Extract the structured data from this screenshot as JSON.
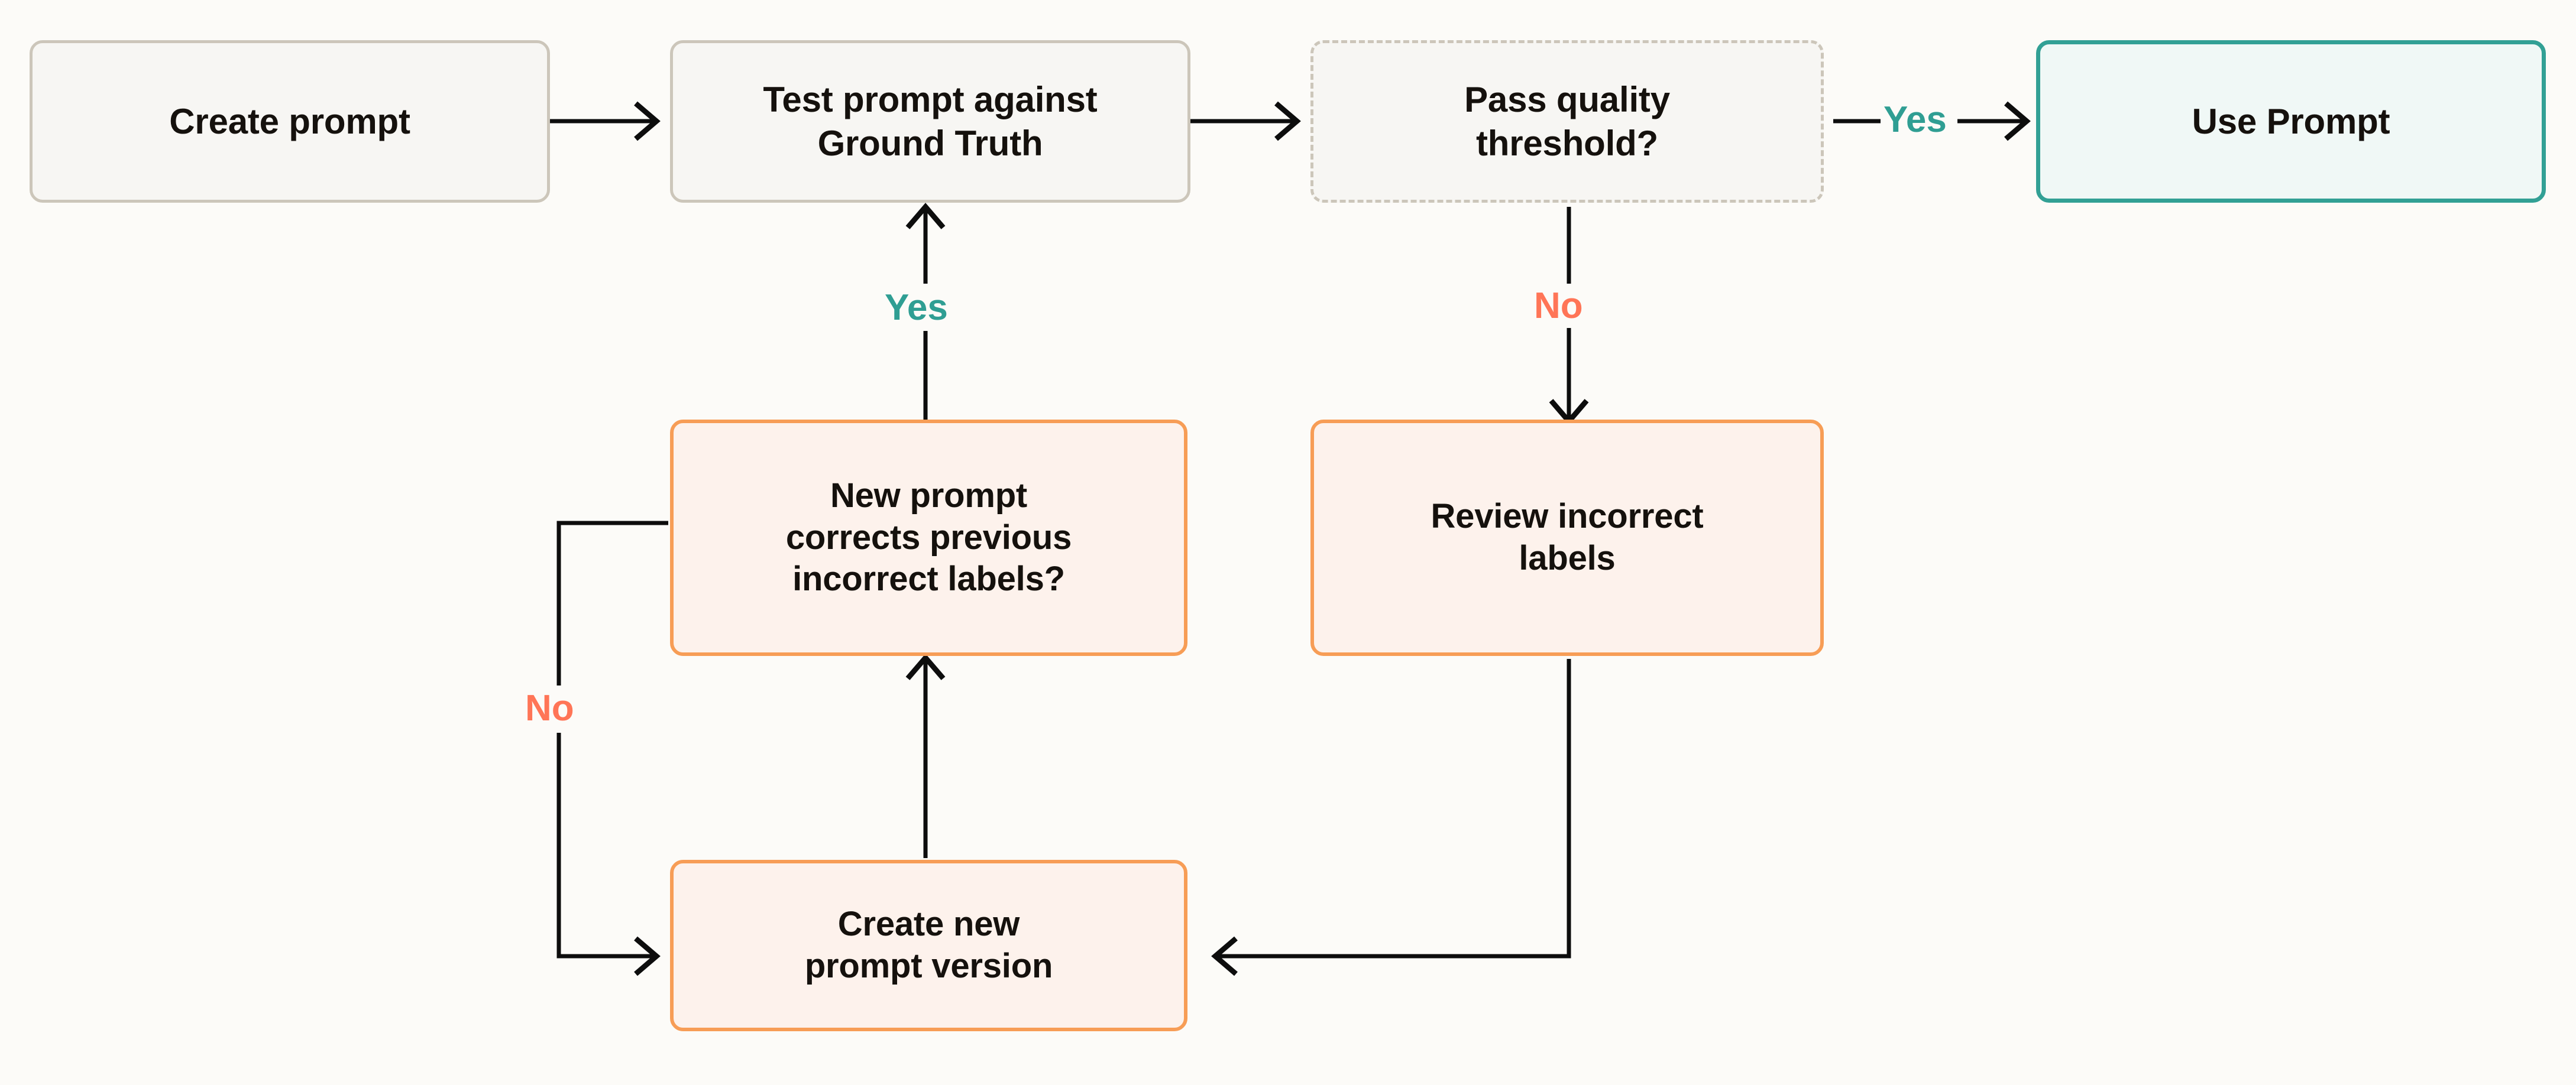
{
  "diagram": {
    "title": "Prompt iteration flowchart",
    "background_color": "#fcfbf8",
    "colors": {
      "neutral_border": "#ccc6ba",
      "neutral_fill": "#f7f6f3",
      "accent_border": "#32a095",
      "accent_fill": "#f0f8f6",
      "warn_border": "#f79d56",
      "warn_fill": "#fdf2ec",
      "yes_label": "#2f9e93",
      "no_label": "#ff7557",
      "edge": "#0d0d0d"
    },
    "nodes": {
      "create_prompt": "Create prompt",
      "test_prompt": "Test prompt against\nGround Truth",
      "pass_quality": "Pass quality\nthreshold?",
      "use_prompt": "Use Prompt",
      "new_prompt_corrects": "New prompt\ncorrects previous\nincorrect labels?",
      "review_incorrect": "Review incorrect\nlabels",
      "create_new_version": "Create new\nprompt version"
    },
    "edge_labels": {
      "yes_to_use_prompt": "Yes",
      "no_to_review": "No",
      "yes_to_test": "Yes",
      "no_to_create_version": "No"
    }
  }
}
